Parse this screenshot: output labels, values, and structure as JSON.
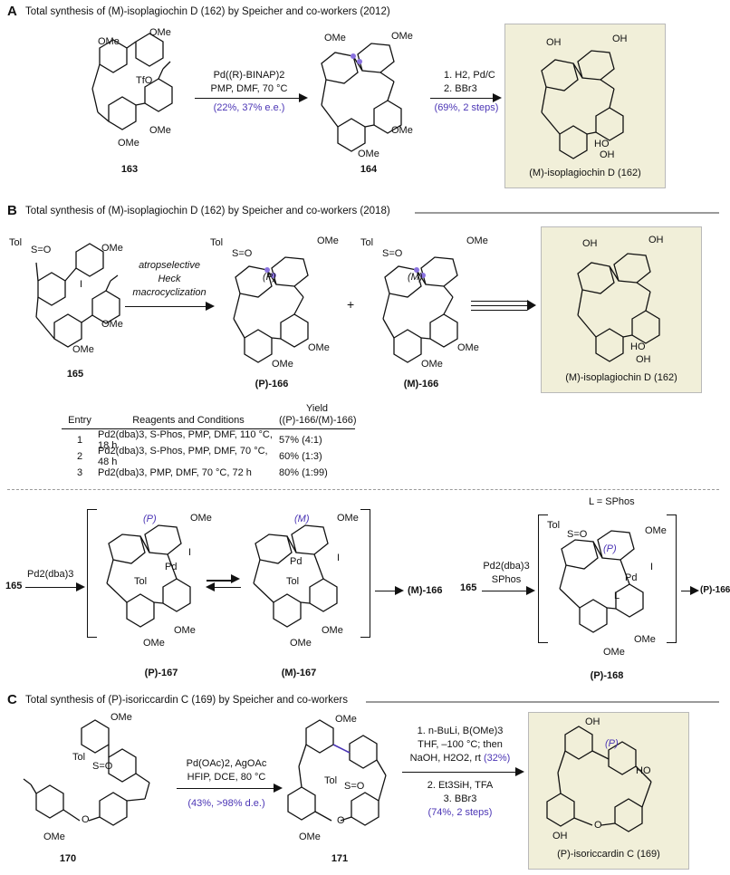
{
  "sectionA": {
    "letter": "A",
    "title": "Total synthesis of (M)-isoplagiochin D (162) by Speicher and co-workers (2012)",
    "compounds": {
      "start": "163",
      "intermediate": "164",
      "product": "(M)-isoplagiochin D (162)"
    },
    "step1": {
      "line1": "Pd((R)-BINAP)2",
      "line2": "PMP, DMF, 70 °C",
      "yield": "(22%, 37% e.e.)"
    },
    "step2": {
      "line1": "1. H2, Pd/C",
      "line2": "2. BBr3",
      "yield": "(69%, 2 steps)"
    },
    "groups": {
      "ome": "OMe",
      "otf": "TfO",
      "oh": "OH",
      "ho": "HO"
    }
  },
  "sectionB": {
    "letter": "B",
    "title": "Total synthesis of (M)-isoplagiochin D (162) by Speicher and co-workers (2018)",
    "compounds": {
      "start": "165",
      "p": "(P)-166",
      "m": "(M)-166",
      "product": "(M)-isoplagiochin D (162)"
    },
    "step": {
      "line1": "atropselective",
      "line2": "Heck",
      "line3": "macrocyclization"
    },
    "plus": "+",
    "stereo": {
      "p": "(P)",
      "m": "(M)"
    },
    "groups": {
      "tol": "Tol",
      "so": "S=O",
      "i": "I"
    },
    "table": {
      "headers": {
        "entry": "Entry",
        "conditions": "Reagents and Conditions",
        "yield1": "Yield",
        "yield2": "((P)-166/(M)-166)"
      },
      "rows": [
        {
          "entry": "1",
          "conditions": "Pd2(dba)3, S-Phos, PMP, DMF, 110 °C, 18 h",
          "yield": "57% (4:1)"
        },
        {
          "entry": "2",
          "conditions": "Pd2(dba)3, S-Phos, PMP, DMF, 70 °C, 48 h",
          "yield": "60% (1:3)"
        },
        {
          "entry": "3",
          "conditions": "Pd2(dba)3, PMP, DMF, 70 °C, 72 h",
          "yield": "80% (1:99)"
        }
      ]
    },
    "mech": {
      "start1": "165",
      "reagent1": "Pd2(dba)3",
      "p167": "(P)-167",
      "m167": "(M)-167",
      "out1": "(M)-166",
      "start2": "165",
      "reagent2a": "Pd2(dba)3",
      "reagent2b": "SPhos",
      "lEq": "L = SPhos",
      "p168": "(P)-168",
      "out2": "(P)-166",
      "pd": "Pd",
      "l": "L"
    }
  },
  "sectionC": {
    "letter": "C",
    "title": "Total synthesis of (P)-isoriccardin C (169) by Speicher and co-workers",
    "compounds": {
      "start": "170",
      "intermediate": "171",
      "product": "(P)-isoriccardin C (169)"
    },
    "step1": {
      "line1": "Pd(OAc)2, AgOAc",
      "line2": "HFIP, DCE, 80 °C",
      "yield": "(43%, >98% d.e.)"
    },
    "step2": {
      "line1": "1. n-BuLi, B(OMe)3",
      "line2": "THF, –100 °C; then",
      "line3": "NaOH, H2O2, rt",
      "yield3": "(32%)",
      "line4": "2. Et3SiH, TFA",
      "line5": "3. BBr3",
      "yield": "(74%, 2 steps)"
    },
    "stereo": "(P)",
    "groups": {
      "o": "O"
    }
  },
  "colors": {
    "accent": "#4b35b5",
    "highlight": "#f1efd9",
    "rule": "#9a9a9a"
  }
}
